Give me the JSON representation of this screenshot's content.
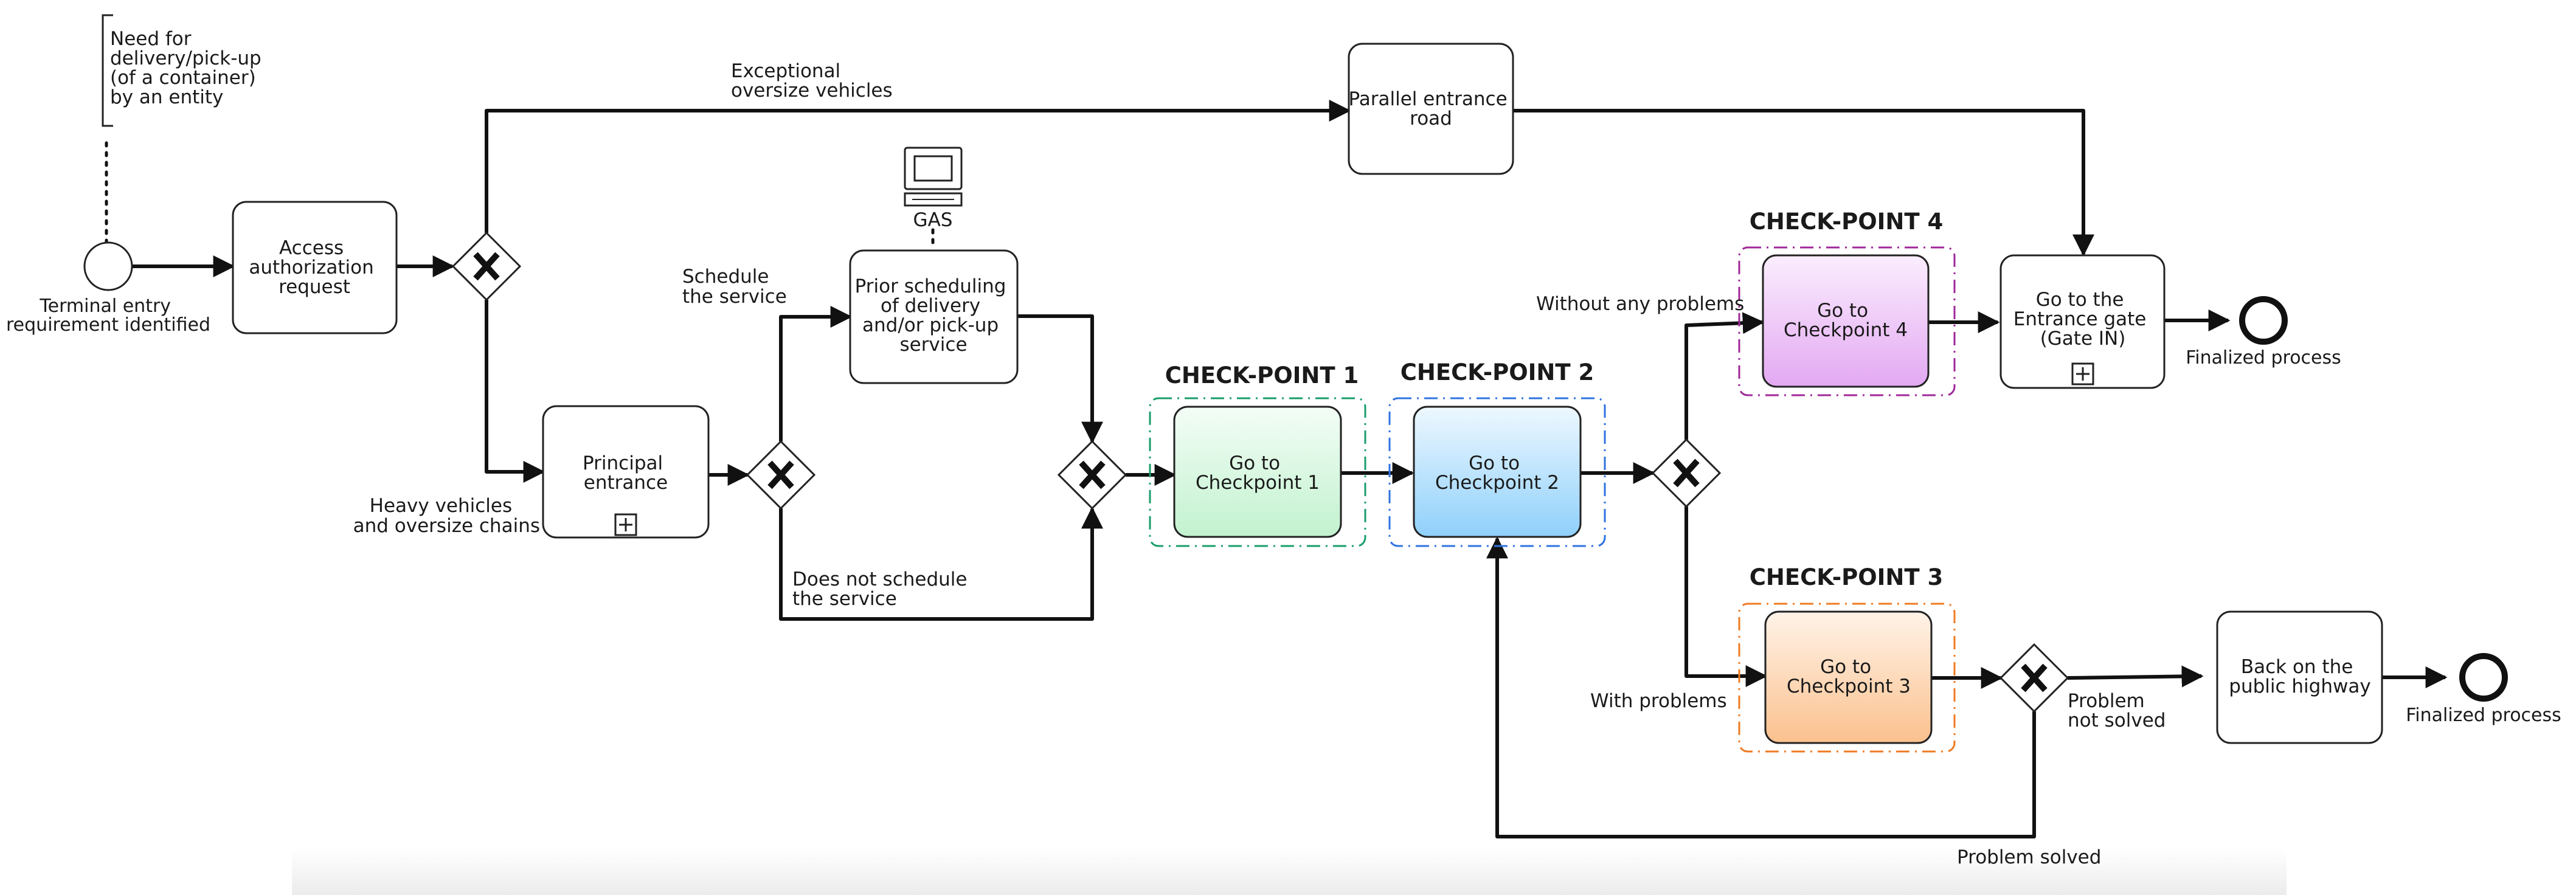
{
  "annotation": {
    "lines": [
      "Need for",
      "delivery/pick-up",
      "(of a container)",
      "by an entity"
    ]
  },
  "events": {
    "start": {
      "lines": [
        "Terminal entry",
        "requirement identified"
      ]
    },
    "end_main": {
      "lines": [
        "Finalized process"
      ]
    },
    "end_highway": {
      "lines": [
        "Finalized process"
      ]
    }
  },
  "tasks": {
    "access": {
      "lines": [
        "Access",
        "authorization",
        "request"
      ]
    },
    "parallel": {
      "lines": [
        "Parallel entrance",
        "road"
      ]
    },
    "principal": {
      "lines": [
        "Principal",
        "entrance"
      ]
    },
    "prior": {
      "lines": [
        "Prior scheduling",
        "of delivery",
        "and/or pick-up",
        "service"
      ]
    },
    "cp1": {
      "lines": [
        "Go to",
        "Checkpoint 1"
      ]
    },
    "cp2": {
      "lines": [
        "Go to",
        "Checkpoint 2"
      ]
    },
    "cp4": {
      "lines": [
        "Go to",
        "Checkpoint 4"
      ]
    },
    "cp3": {
      "lines": [
        "Go to",
        "Checkpoint 3"
      ]
    },
    "gate": {
      "lines": [
        "Go to the",
        "Entrance gate",
        "(Gate IN)"
      ]
    },
    "highway": {
      "lines": [
        "Back on the",
        "public highway"
      ]
    }
  },
  "system": {
    "label": "GAS"
  },
  "checkpoints": {
    "cp1": {
      "title": "CHECK-POINT 1",
      "color": "#1a9e6b"
    },
    "cp2": {
      "title": "CHECK-POINT 2",
      "color": "#2f73e0"
    },
    "cp4": {
      "title": "CHECK-POINT 4",
      "color": "#a0289a"
    },
    "cp3": {
      "title": "CHECK-POINT 3",
      "color": "#f07a22"
    }
  },
  "flows": {
    "exceptional": {
      "lines": [
        "Exceptional",
        "oversize vehicles"
      ]
    },
    "heavy": {
      "lines": [
        "Heavy vehicles",
        "and oversize chains"
      ]
    },
    "schedule": {
      "lines": [
        "Schedule",
        "the service"
      ]
    },
    "no_schedule": {
      "lines": [
        "Does not schedule",
        "the service"
      ]
    },
    "no_problems": {
      "lines": [
        "Without any problems"
      ]
    },
    "with_problems": {
      "lines": [
        "With problems"
      ]
    },
    "not_solved": {
      "lines": [
        "Problem",
        "not solved"
      ]
    },
    "solved": {
      "lines": [
        "Problem solved"
      ]
    }
  },
  "colors": {
    "cp1_fill": "#c2f2cf",
    "cp2_fill": "#8fd0fb",
    "cp4_fill": "#e3a8f2",
    "cp3_fill": "#fbc18e"
  }
}
